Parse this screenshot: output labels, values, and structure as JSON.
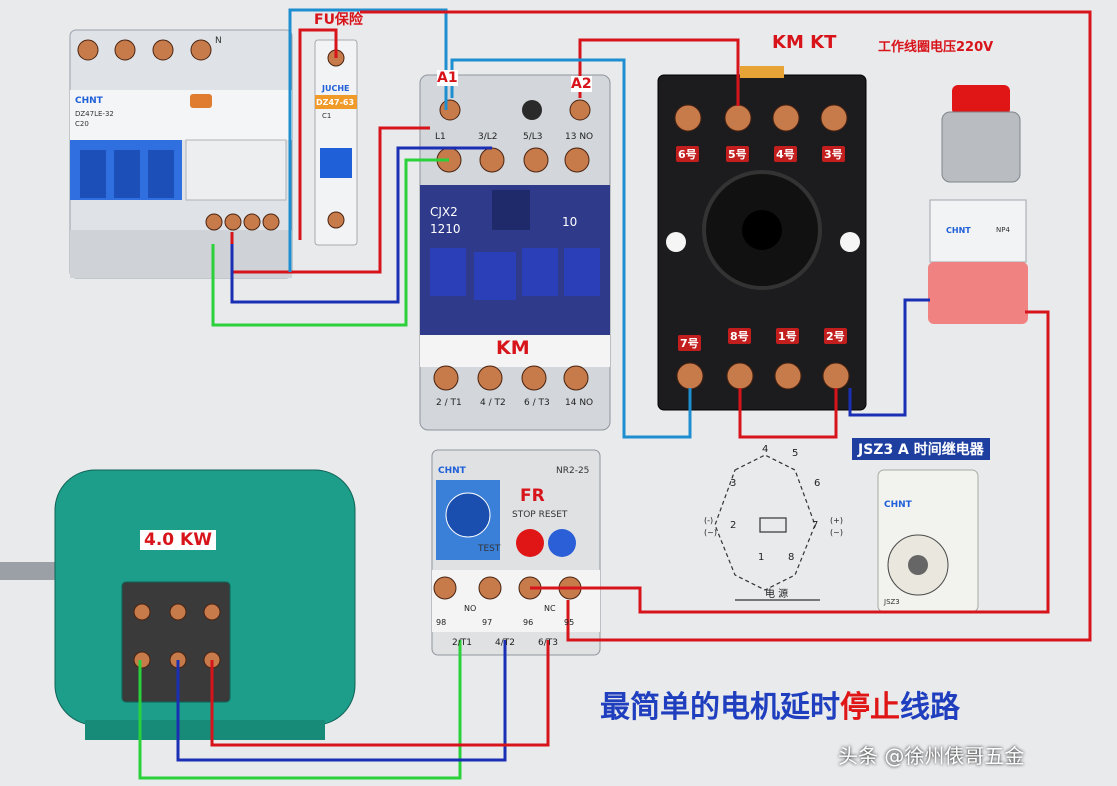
{
  "title": {
    "black": "最简单的电机延时",
    "red": "停止",
    "tail": "线路",
    "blue_color": "#1f3fbf",
    "red_color": "#e01616"
  },
  "header_note": {
    "km_kt": "KM  KT",
    "coil": "工作线圈电压220V"
  },
  "breaker": {
    "brand": "CHNT",
    "model": "DZ47LE-32",
    "rating": "C20",
    "n_label": "N"
  },
  "fuse": {
    "title": "FU保险",
    "brand": "JUCHE",
    "model": "DZ47-63",
    "rating": "C1"
  },
  "contactor": {
    "name": "KM",
    "a1": "A1",
    "a2": "A2",
    "model": "CJX2",
    "code": "1210",
    "aux": "10",
    "top_terms": [
      "L1",
      "3/L2",
      "5/L3",
      "13 NO"
    ],
    "bottom_terms": [
      "2 / T1",
      "4 / T2",
      "6 / T3",
      "14 NO"
    ]
  },
  "relay_socket": {
    "top": [
      "6号",
      "5号",
      "4号",
      "3号"
    ],
    "bottom": [
      "7号",
      "8号",
      "1号",
      "2号"
    ]
  },
  "timer": {
    "label": "JSZ3 A 时间继电器",
    "brand": "CHNT",
    "model": "JSZ3"
  },
  "pin_diagram": {
    "pins": [
      "4",
      "5",
      "3",
      "6",
      "2",
      "7",
      "1",
      "8"
    ],
    "left_marks": [
      "(-)",
      "(~)"
    ],
    "right_marks": [
      "(+)",
      "(~)"
    ],
    "power": "电 源"
  },
  "button": {
    "brand": "CHNT",
    "model": "NP4"
  },
  "overload": {
    "name": "FR",
    "brand": "CHNT",
    "model": "NR2-25",
    "stop_reset": "STOP RESET",
    "test": "TEST",
    "nc_terms": [
      "98",
      "97",
      "96",
      "95"
    ],
    "no": "NO",
    "nc": "NC",
    "bottom_terms": [
      "2/T1",
      "4/T2",
      "6/T3"
    ]
  },
  "motor": {
    "power": "4.0 KW",
    "color": "#1d9e8a"
  },
  "watermark": "头条 @徐州俵哥五金",
  "wire_colors": {
    "red": "#d7141b",
    "blue": "#1b2fb5",
    "green": "#2bd13a",
    "cyan": "#1d8fd0"
  }
}
